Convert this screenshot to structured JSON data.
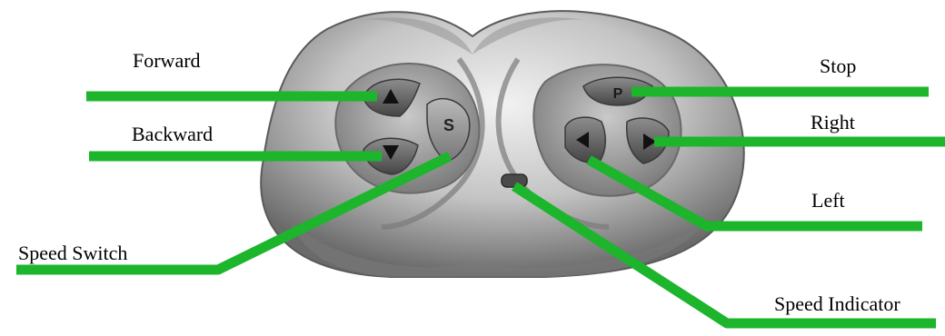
{
  "labels": {
    "forward": "Forward",
    "backward": "Backward",
    "speed_switch": "Speed Switch",
    "stop": "Stop",
    "right": "Right",
    "left": "Left",
    "speed_indicator": "Speed Indicator"
  },
  "buttons": {
    "speed": "S",
    "park": "P"
  },
  "colors": {
    "leader": "#1cb52c",
    "leader_edge": "#5a6b2a",
    "body_light": "#d9d9d9",
    "body_dark": "#6e6e6e",
    "button_dark": "#555555",
    "button_light": "#a8a8a8",
    "indicator": "#4a4a4a"
  }
}
